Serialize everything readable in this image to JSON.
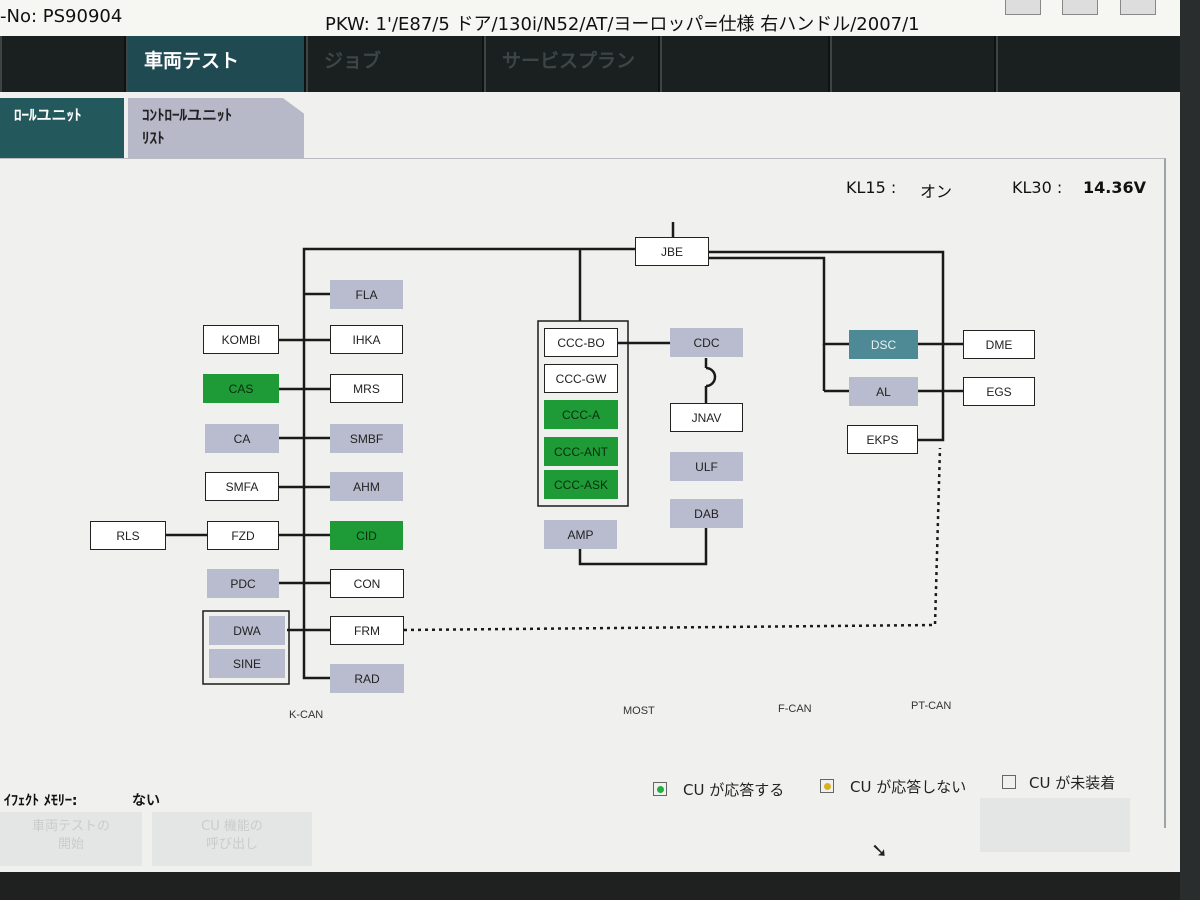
{
  "header": {
    "order_no": "-No: PS90904",
    "vehicle": "PKW:  1'/E87/5 ドア/130i/N52/AT/ヨーロッパ=仕様 右ハンドル/2007/1"
  },
  "nav": {
    "tabs": [
      {
        "label": "",
        "state": "normal"
      },
      {
        "label": "車両テスト",
        "state": "active"
      },
      {
        "label": "ジョブ",
        "state": "disabled"
      },
      {
        "label": "サービスプラン",
        "state": "disabled"
      },
      {
        "label": "",
        "state": "normal"
      },
      {
        "label": "",
        "state": "normal"
      },
      {
        "label": "",
        "state": "normal"
      }
    ]
  },
  "subtabs": {
    "active": "ﾛｰﾙユニｯﾄ",
    "inactive_line1": "ｺﾝﾄﾛｰﾙユニｯﾄ",
    "inactive_line2": "ﾘｽﾄ"
  },
  "status": {
    "kl15_label": "KL15 :",
    "kl15_value": "オン",
    "kl30_label": "KL30 :",
    "kl30_value": "14.36V"
  },
  "nodes": {
    "jbe": "JBE",
    "fla": "FLA",
    "kombi": "KOMBI",
    "ihka": "IHKA",
    "cas": "CAS",
    "mrs": "MRS",
    "ca": "CA",
    "smbf": "SMBF",
    "smfa": "SMFA",
    "ahm": "AHM",
    "rls": "RLS",
    "fzd": "FZD",
    "cid": "CID",
    "pdc": "PDC",
    "con": "CON",
    "dwa": "DWA",
    "frm": "FRM",
    "sine": "SINE",
    "rad": "RAD",
    "ccc_bo": "CCC-BO",
    "ccc_gw": "CCC-GW",
    "ccc_a": "CCC-A",
    "ccc_ant": "CCC-ANT",
    "ccc_ask": "CCC-ASK",
    "amp": "AMP",
    "cdc": "CDC",
    "jnav": "JNAV",
    "ulf": "ULF",
    "dab": "DAB",
    "dsc": "DSC",
    "al": "AL",
    "ekps": "EKPS",
    "dme": "DME",
    "egs": "EGS"
  },
  "buses": {
    "kcan": "K-CAN",
    "most": "MOST",
    "fcan": "F-CAN",
    "ptcan": "PT-CAN"
  },
  "legend": {
    "responds": "CU が応答する",
    "no_response": "CU が応答しない",
    "not_installed": "CU が未装着",
    "responds_color": "#1fb040",
    "no_response_color": "#d8b21a"
  },
  "footer": {
    "fault_label": "ｲﾌｪｸﾄ ﾒﾓﾘｰ:",
    "fault_value": "ない",
    "btn1_line1": "車両テストの",
    "btn1_line2": "開始",
    "btn2_line1": "CU 機能の",
    "btn2_line2": "呼び出し"
  }
}
